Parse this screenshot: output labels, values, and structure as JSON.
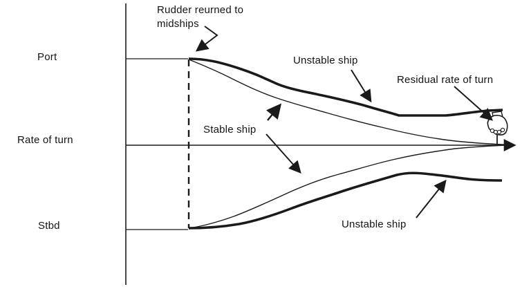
{
  "colors": {
    "background": "#ffffff",
    "ink": "#1a1a1a"
  },
  "axis": {
    "y_top_label": "Port",
    "y_origin_label": "Rate of turn",
    "y_bottom_label": "Stbd"
  },
  "annotations": {
    "rudder_event": "Rudder reurned to midships",
    "unstable_ship_top": "Unstable ship",
    "stable_ship": "Stable ship",
    "residual_rate_of_turn": "Residual rate of turn",
    "unstable_ship_bottom": "Unstable ship"
  },
  "curves": [
    {
      "id": "unstable-ship-port",
      "label": "Unstable ship",
      "side": "port",
      "weight": "thick",
      "behavior": "decays slowly, settles at residual rate of turn above zero"
    },
    {
      "id": "stable-ship-port",
      "label": "Stable ship",
      "side": "port",
      "weight": "thin",
      "behavior": "decays to zero rate of turn"
    },
    {
      "id": "stable-ship-stbd",
      "label": "Stable ship",
      "side": "stbd",
      "weight": "thin",
      "behavior": "decays to zero rate of turn"
    },
    {
      "id": "unstable-ship-stbd",
      "label": "Unstable ship",
      "side": "stbd",
      "weight": "thick",
      "behavior": "decays slowly, settles at residual rate of turn below zero"
    }
  ],
  "icons": {
    "residual_marker": "fist-icon"
  }
}
